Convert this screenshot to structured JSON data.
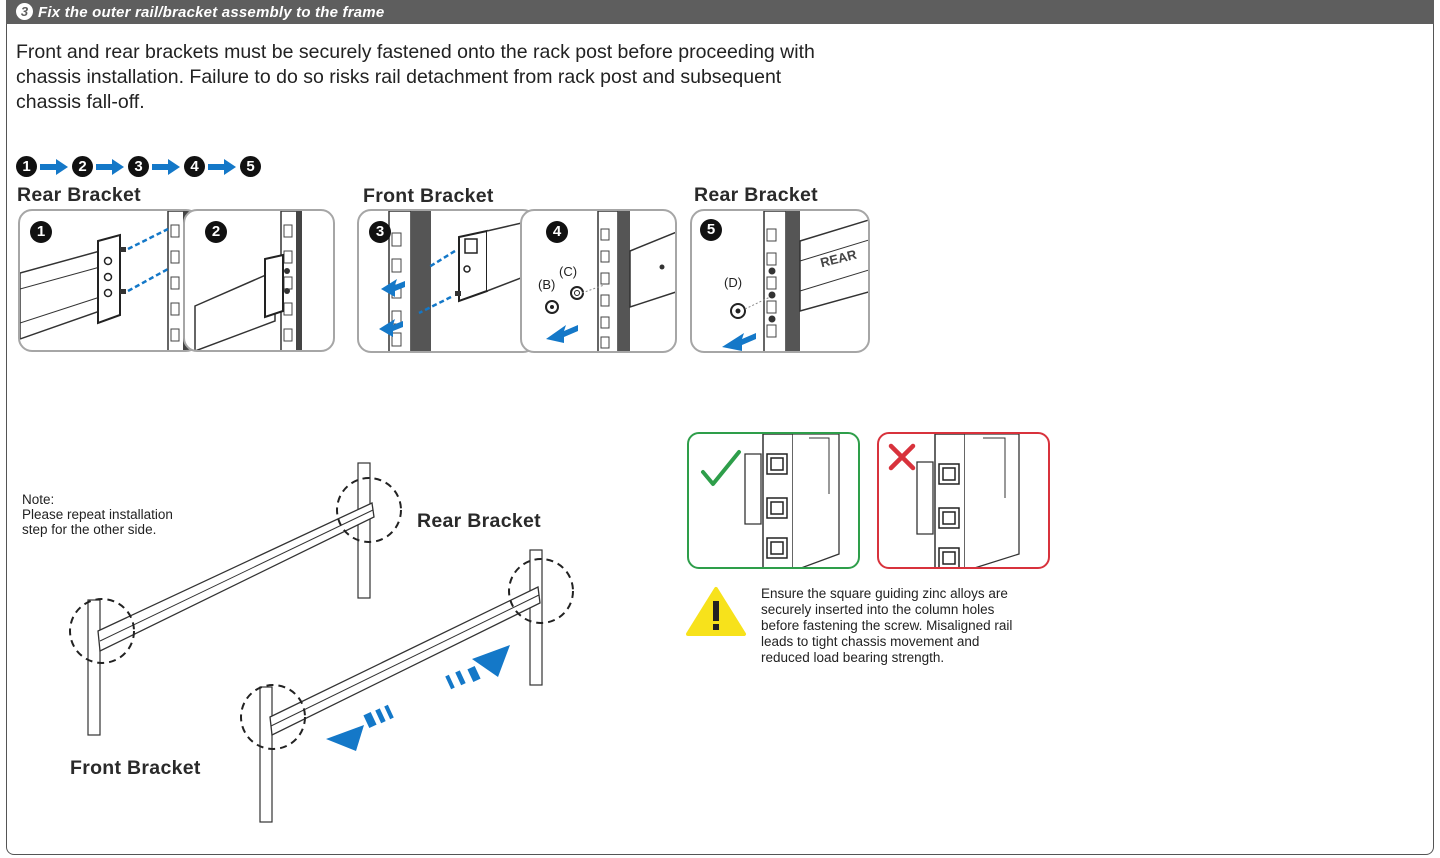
{
  "header": {
    "step_number": "3",
    "title": "Fix the outer rail/bracket assembly to the frame"
  },
  "intro_text": "Front and rear brackets must be securely fastened onto the rack post before proceeding with chassis installation. Failure to do so risks rail detachment from rack post and subsequent chassis fall-off.",
  "sequence": [
    "1",
    "2",
    "3",
    "4",
    "5"
  ],
  "sections": {
    "rear_bracket_top": "Rear Bracket",
    "front_bracket_top": "Front Bracket",
    "rear_bracket_right": "Rear Bracket"
  },
  "panels": [
    {
      "number": "1"
    },
    {
      "number": "2"
    },
    {
      "number": "3"
    },
    {
      "number": "4",
      "label_b": "(B)",
      "label_c": "(C)"
    },
    {
      "number": "5",
      "label_d": "(D)",
      "rail_text": "REAR"
    }
  ],
  "rail_text": "REAR",
  "note": {
    "line1": "Note:",
    "line2": "Please repeat installation",
    "line3": "step for the other side."
  },
  "overview": {
    "rear_label": "Rear Bracket",
    "front_label": "Front Bracket"
  },
  "warning": {
    "text": "Ensure the square guiding zinc alloys are securely inserted into the column holes before fastening the screw. Misaligned rail leads to tight chassis movement and reduced load bearing strength.",
    "icon": "warning-triangle-icon"
  },
  "colors": {
    "header_bg": "#5e5e5e",
    "accent_blue": "#1478c8",
    "ok_green": "#2e9e4a",
    "bad_red": "#d8323c",
    "warn_yellow": "#f7e21b",
    "panel_border": "#a6a6a6"
  }
}
